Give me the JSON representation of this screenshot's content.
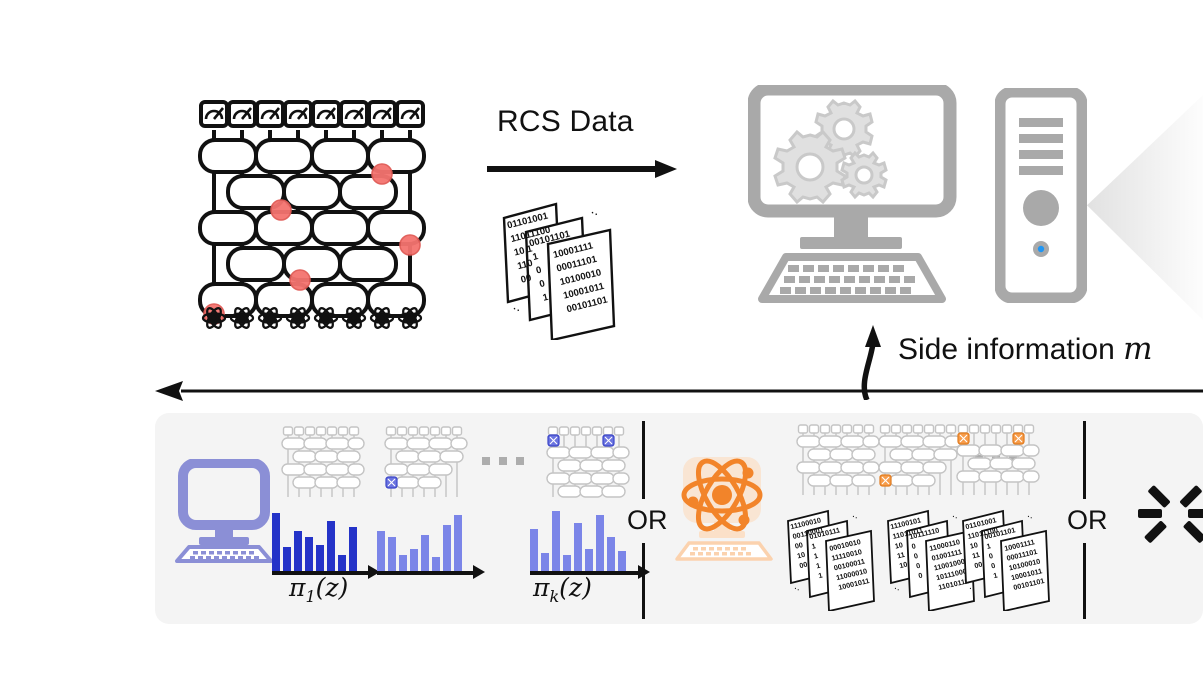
{
  "figure": {
    "top": {
      "circuit": {
        "name": "random-circuit-sampling-circuit",
        "qubits": 8,
        "layers": 5,
        "meter_symbol": "measurement-meter",
        "bottom_symbol": "atom",
        "error_marker_color": "#f4736f",
        "error_markers": 5
      },
      "rcs_arrow_label": "RCS Data",
      "data_sheets": [
        [
          "01101001",
          "11011100",
          "10 1  1",
          "110  0",
          "00   0"
        ],
        [
          "00101101",
          "10001111",
          "00011101",
          "10100010",
          "10001011",
          "00101101"
        ]
      ],
      "classical_computer": {
        "name": "classical-computer-with-gears",
        "color": "#a9a9a9",
        "screen_icon": "gears-icon",
        "tower_led_color": "#2196f3"
      },
      "side_information_label": "Side information",
      "side_information_symbol": "m"
    },
    "bottom": {
      "panel_bg": "#f4f4f4",
      "left_branch": {
        "device_icon": "classical-computer-icon",
        "device_color": "#8b8fd6",
        "circuits": [
          {
            "label": "circuit-1",
            "error_markers": 1,
            "marker_color": "#4a54d8"
          },
          {
            "label": "circuit-k",
            "error_markers": 2,
            "marker_color": "#4a54d8"
          }
        ],
        "histograms": [
          {
            "label_tex": "pi_1(z)",
            "label_base": "π",
            "label_sub": "1",
            "label_arg": "(z)",
            "color": "#2433c8",
            "values": [
              58,
              24,
              40,
              34,
              26,
              50,
              16,
              44
            ]
          },
          {
            "label_tex": "",
            "label_base": "",
            "label_sub": "",
            "label_arg": "",
            "color": "#7b85e8",
            "values": [
              40,
              34,
              16,
              22,
              36,
              14,
              46,
              56
            ]
          },
          {
            "label_tex": "pi_k(z)",
            "label_base": "π",
            "label_sub": "k",
            "label_arg": "(z)",
            "color": "#7b85e8",
            "values": [
              42,
              18,
              60,
              16,
              48,
              22,
              56,
              34,
              20
            ]
          }
        ],
        "ellipsis": "..."
      },
      "or_label_1": "OR",
      "right_branch": {
        "device_icon": "quantum-atom-computer-icon",
        "device_color": "#f2842a",
        "circuits": [
          {
            "label": "circuit-1",
            "error_markers": 0,
            "marker_color": "#f2842a"
          },
          {
            "label": "circuit-2",
            "error_markers": 1,
            "marker_color": "#f2842a"
          },
          {
            "label": "circuit-k",
            "error_markers": 2,
            "marker_color": "#f2842a"
          }
        ],
        "data_sheets": [
          [
            "11100010",
            "01010111",
            "00010010",
            "11110010",
            "00100011",
            "11000010",
            "10001011"
          ],
          [
            "11100101",
            "10111110",
            "11000110",
            "01001111",
            "11001000",
            "10111000",
            "11010111"
          ],
          [
            "01101001",
            "00101101",
            "10001111",
            "00011101",
            "10100010",
            "10001011",
            "00101101"
          ]
        ],
        "ellipsis": "..."
      },
      "or_label_2": "OR",
      "unknown_icon": "loading-spinner-icon"
    }
  }
}
